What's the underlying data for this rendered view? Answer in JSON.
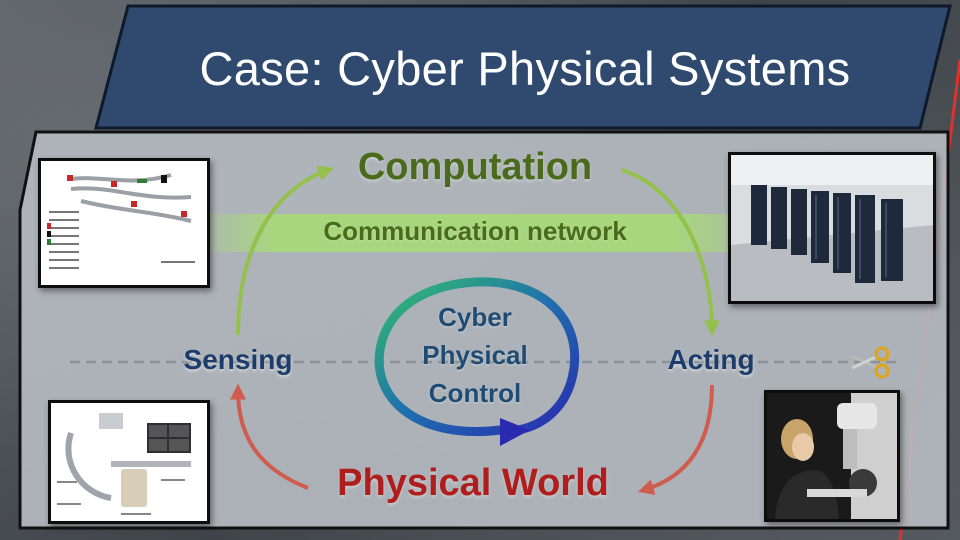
{
  "slide": {
    "title": "Case: Cyber Physical Systems",
    "nodes": {
      "computation": "Computation",
      "network": "Communication network",
      "sensing": "Sensing",
      "acting": "Acting",
      "physical_world": "Physical World"
    },
    "center_loop": [
      "Cyber",
      "Physical",
      "Control"
    ],
    "images": {
      "top_left": "paper-path-diagram",
      "top_right": "server-room-photo",
      "bottom_left": "x-ray-scanner-diagram",
      "bottom_right": "microscope-operator-photo"
    },
    "colors": {
      "title_banner": "#2f4a6e",
      "panel": "#b7bcc2",
      "network_band": "#a6e26a",
      "computation": "#4a6b1c",
      "sensing_acting": "#1c3d6b",
      "physical_world": "#b01d1d",
      "arrow_green": "#94c14c",
      "arrow_red": "#d05b4f",
      "accent_red": "#e0312e"
    }
  }
}
